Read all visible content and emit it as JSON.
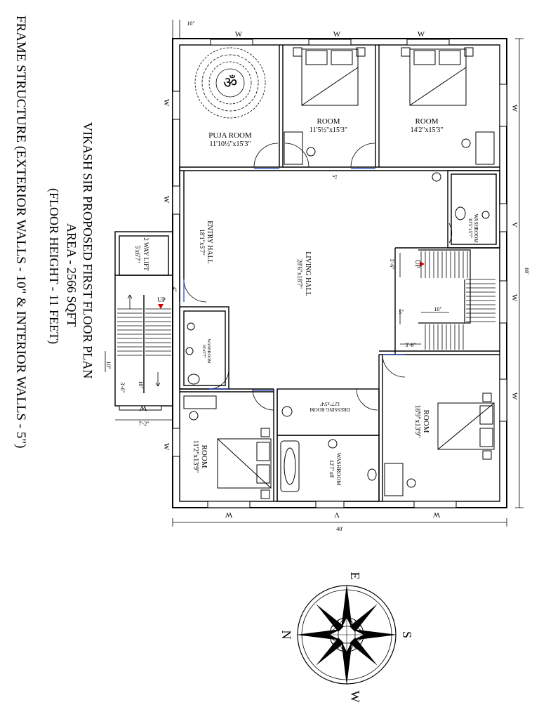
{
  "titles": {
    "line1": "VIKASH SIR PROPOSED FIRST FLOOR PLAN",
    "line2": "AREA - 2566 SQFT",
    "line3": "(FLOOR HEIGHT - 11 FEET)",
    "line4": "FRAME STRUCTURE (EXTERIOR WALLS - 10\" & INTERIOR WALLS - 5\")"
  },
  "rooms": {
    "puja": {
      "name": "PUJA ROOM",
      "size": "11'10½\"x15'3\""
    },
    "room_top_mid": {
      "name": "ROOM",
      "size": "11'5½\"x15'3\""
    },
    "room_top_right": {
      "name": "ROOM",
      "size": "14'2\"x15'3\""
    },
    "entry_hall": {
      "name": "ENTRY HALL",
      "size": "18'1\"x5'7\""
    },
    "living_hall": {
      "name": "LIVING HALL",
      "size": "28'6\"x18'7\""
    },
    "washroom_right": {
      "name": "WASHROOM",
      "size": "10'5\"x5'7\""
    },
    "lift": {
      "name": "2 WAY LIFT",
      "size": "5'x6'7\""
    },
    "washroom_left": {
      "name": "WASHROOM",
      "size": "10'x5'7\""
    },
    "dressing": {
      "name": "DRESSING ROOM",
      "size": "12'7\"x5'4\""
    },
    "washroom_bottom": {
      "name": "WASHROOM",
      "size": "12'7\"x8'"
    },
    "room_bottom_left": {
      "name": "ROOM",
      "size": "11'2\"x13'9\""
    },
    "room_bottom_right": {
      "name": "ROOM",
      "size": "18'9\"x13'9\""
    }
  },
  "window_labels": {
    "w": "W",
    "v": "V"
  },
  "stair_labels": {
    "up": "UP"
  },
  "dimensions": {
    "width_total": "40'",
    "depth_total": "60'",
    "wall_10": "10\"",
    "wall_5": "5\"",
    "wall_4": "4\"",
    "d_3_6": "3'-6\"",
    "d_7_2": "7'-2\""
  },
  "compass": {
    "n": "N",
    "e": "E",
    "s": "S",
    "w": "W"
  },
  "colors": {
    "line": "#000000",
    "background": "#ffffff",
    "arrow": "#d10000",
    "door_highlight": "#2040c0"
  }
}
